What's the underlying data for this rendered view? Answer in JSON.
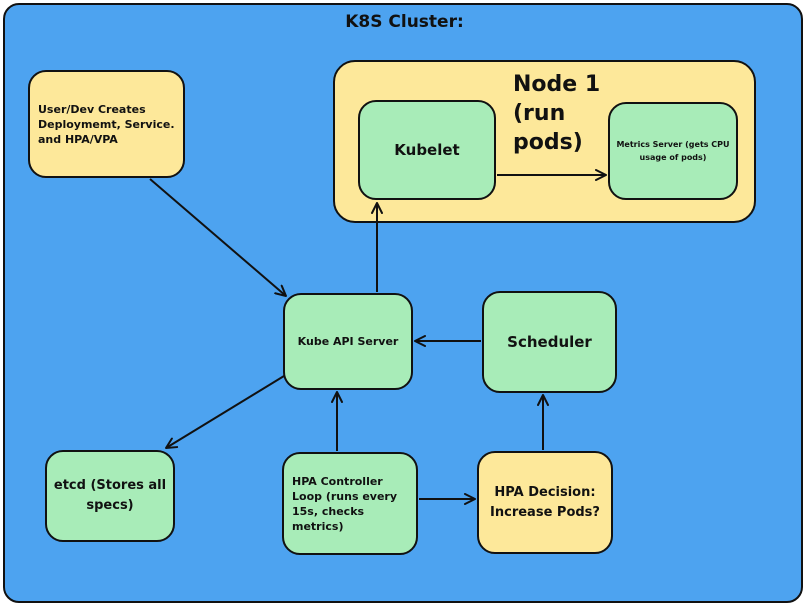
{
  "diagram": {
    "cluster_title": "K8S Cluster:",
    "node_title": "Node 1 (run pods)",
    "boxes": {
      "user_dev": "User/Dev Creates Deploymemt, Service. and HPA/VPA",
      "kubelet": "Kubelet",
      "metrics_server": "Metrics Server (gets CPU usage of pods)",
      "kube_api_server": "Kube API Server",
      "scheduler": "Scheduler",
      "etcd": "etcd (Stores all specs)",
      "hpa_controller_loop": "HPA Controller Loop (runs every 15s, checks metrics)",
      "hpa_decision": "HPA Decision: Increase Pods?"
    },
    "colors": {
      "cluster_background": "#4da3f0",
      "node_background": "#fde89a",
      "component_green": "#a8ecb8",
      "component_yellow": "#fde89a",
      "outline": "#111111"
    }
  }
}
